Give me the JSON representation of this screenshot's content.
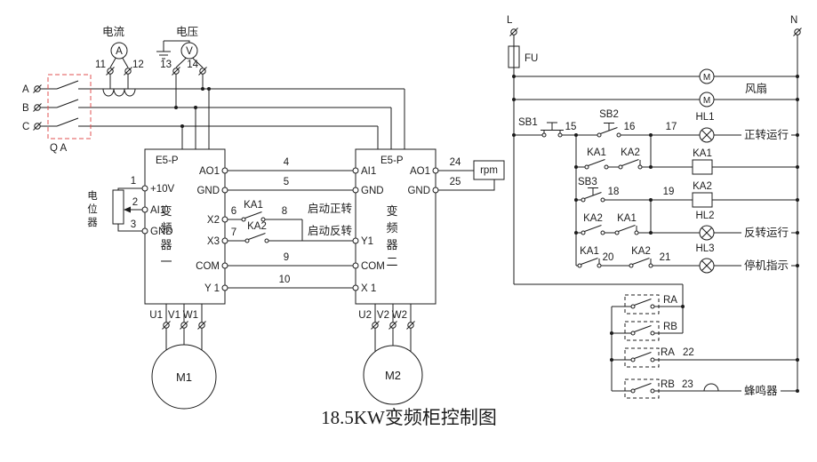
{
  "title": "18.5KW变频柜控制图",
  "meters": {
    "current_label": "电流",
    "current_symbol": "A",
    "voltage_label": "电压",
    "voltage_symbol": "V",
    "t11": "11",
    "t12": "12",
    "t13": "13",
    "t14": "14"
  },
  "input": {
    "phase_a": "A",
    "phase_b": "B",
    "phase_c": "C",
    "switch_label": "Q A"
  },
  "pot": {
    "label": "电位器",
    "w1": "1",
    "w2": "2",
    "w3": "3"
  },
  "inv1": {
    "model": "E5-P",
    "name": "变频器一",
    "p10v": "+10V",
    "ai1": "AI1",
    "gnd": "GND",
    "ao1": "AO1",
    "x2": "X2",
    "x3": "X3",
    "com": "COM",
    "y1": "Y 1",
    "u": "U1",
    "v": "V1",
    "w": "W1",
    "motor": "M1"
  },
  "inv2": {
    "model": "E5-P",
    "name": "变频器二",
    "ai1": "AI1",
    "gnd": "GND",
    "ao1": "AO1",
    "y1": "Y1",
    "com": "COM",
    "x1": "X 1",
    "w24": "24",
    "w25": "25",
    "rpm": "rpm",
    "u": "U2",
    "v": "V2",
    "w": "W2",
    "motor": "M2"
  },
  "link": {
    "w4": "4",
    "w5": "5",
    "w6": "6",
    "w7": "7",
    "w8": "8",
    "w9": "9",
    "w10": "10",
    "ka1": "KA1",
    "ka2": "KA2",
    "fwd": "启动正转",
    "rev": "启动反转"
  },
  "ctrl": {
    "l": "L",
    "n": "N",
    "fu": "FU",
    "m": "M",
    "fan": "风扇",
    "sb1": "SB1",
    "sb2": "SB2",
    "sb3": "SB3",
    "w15": "15",
    "w16": "16",
    "w17": "17",
    "w18": "18",
    "w19": "19",
    "w20": "20",
    "w21": "21",
    "w22": "22",
    "w23": "23",
    "hl1": "HL1",
    "hl2": "HL2",
    "hl3": "HL3",
    "ka1": "KA1",
    "ka2": "KA2",
    "fwd_run": "正转运行",
    "rev_run": "反转运行",
    "stop_ind": "停机指示",
    "ra": "RA",
    "rb": "RB",
    "buzzer": "蜂鸣器"
  },
  "colors": {
    "wire": "#1c1c1c",
    "switch_box": "#e05050"
  }
}
